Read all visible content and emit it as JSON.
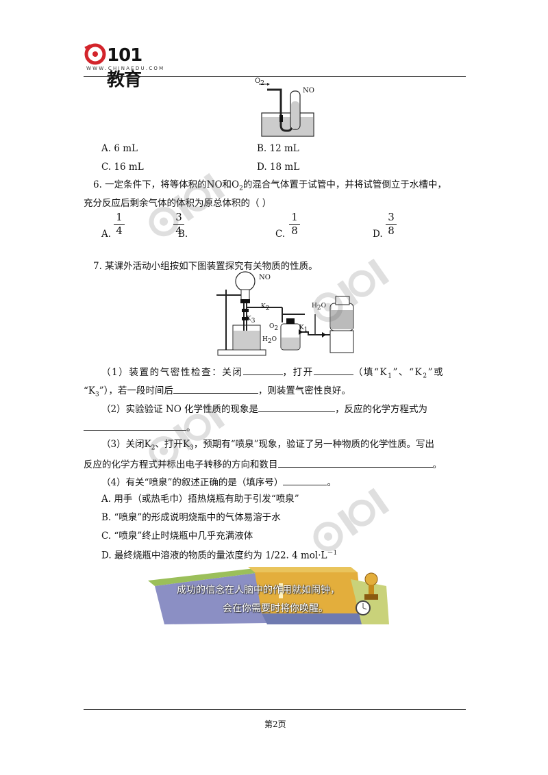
{
  "header": {
    "logo_text": "101教育",
    "logo_url_text": "W W W . C H I N A E D U . C O M"
  },
  "fig1": {
    "o2": "O",
    "o2_sub": "2",
    "no": "NO"
  },
  "q5_options": [
    {
      "label": "A. 6 mL"
    },
    {
      "label": "B. 12 mL"
    },
    {
      "label": "C. 16 mL"
    },
    {
      "label": "D. 18 mL"
    }
  ],
  "q6": {
    "line1_a": "6.  一定条件下，将等体积的NO和O",
    "line1_sub": "2",
    "line1_b": "的混合气体置于试管中，并将试管倒立于水槽中，",
    "line2": "充分反应后剩余气体的体积为原总体积的（        ）",
    "options": [
      {
        "letter": "A.",
        "num": "1",
        "den": "4"
      },
      {
        "letter": "B.",
        "num": "3",
        "den": "4"
      },
      {
        "letter": "C.",
        "num": "1",
        "den": "8"
      },
      {
        "letter": "D.",
        "num": "3",
        "den": "8"
      }
    ]
  },
  "q7": {
    "intro": "7.  某课外活动小组按如下图装置探究有关物质的性质。",
    "fig": {
      "no": "NO",
      "k2": "K",
      "k2_sub": "2",
      "k3": "K",
      "k3_sub": "3",
      "k1": "K",
      "k1_sub": "1",
      "o2": "O",
      "o2_sub": "2",
      "h2o_a": "H",
      "h2o_b": "O",
      "h2o_sub": "2"
    },
    "p1_a": "（1）装置的气密性检查：关闭",
    "p1_b": "，打开",
    "p1_c": "（填“K",
    "p1_c_sub": "1",
    "p1_d": "”、“K",
    "p1_d_sub": "2",
    "p1_e": "”或",
    "p1_l2_a": "“K",
    "p1_l2_sub": "3",
    "p1_l2_b": "”），若一段时间后",
    "p1_l2_c": "，则装置气密性良好。",
    "p2_a": "（2）实验验证 NO 化学性质的现象是",
    "p2_b": "，反应的化学方程式为",
    "p2_end": "。",
    "p3_a": "（3）关闭K",
    "p3_sub1": "2",
    "p3_b": "、打开K",
    "p3_sub2": "3",
    "p3_c": "，预期有“喷泉”现象，验证了另一种物质的化学性质。写出",
    "p3_l2": "反应的化学方程式并标出电子转移的方向和数目",
    "p3_end": "。",
    "p4": "（4）有关“喷泉”的叙述正确的是（填序号）",
    "p4_end": "。",
    "optA": "A.  用手（或热毛巾）捂热烧瓶有助于引发“喷泉”",
    "optB": "B. “喷泉”的形成说明烧瓶中的气体易溶于水",
    "optC": "C. “喷泉”终止时烧瓶中几乎充满液体",
    "optD_a": "D.  最终烧瓶中溶液的物质的量浓度约为 1/22. 4 mol·L",
    "optD_sup": "－1"
  },
  "banner": {
    "line1": "成功的信念在人脑中的作用就如闹钟，",
    "line2": "会在你需要时将你唤醒。"
  },
  "footer": {
    "page": "第2页"
  },
  "colors": {
    "logo_red": "#d3242b",
    "banner_blue": "#8b8fc4",
    "banner_gold": "#e3ae3c",
    "banner_green": "#9bbf5a"
  }
}
